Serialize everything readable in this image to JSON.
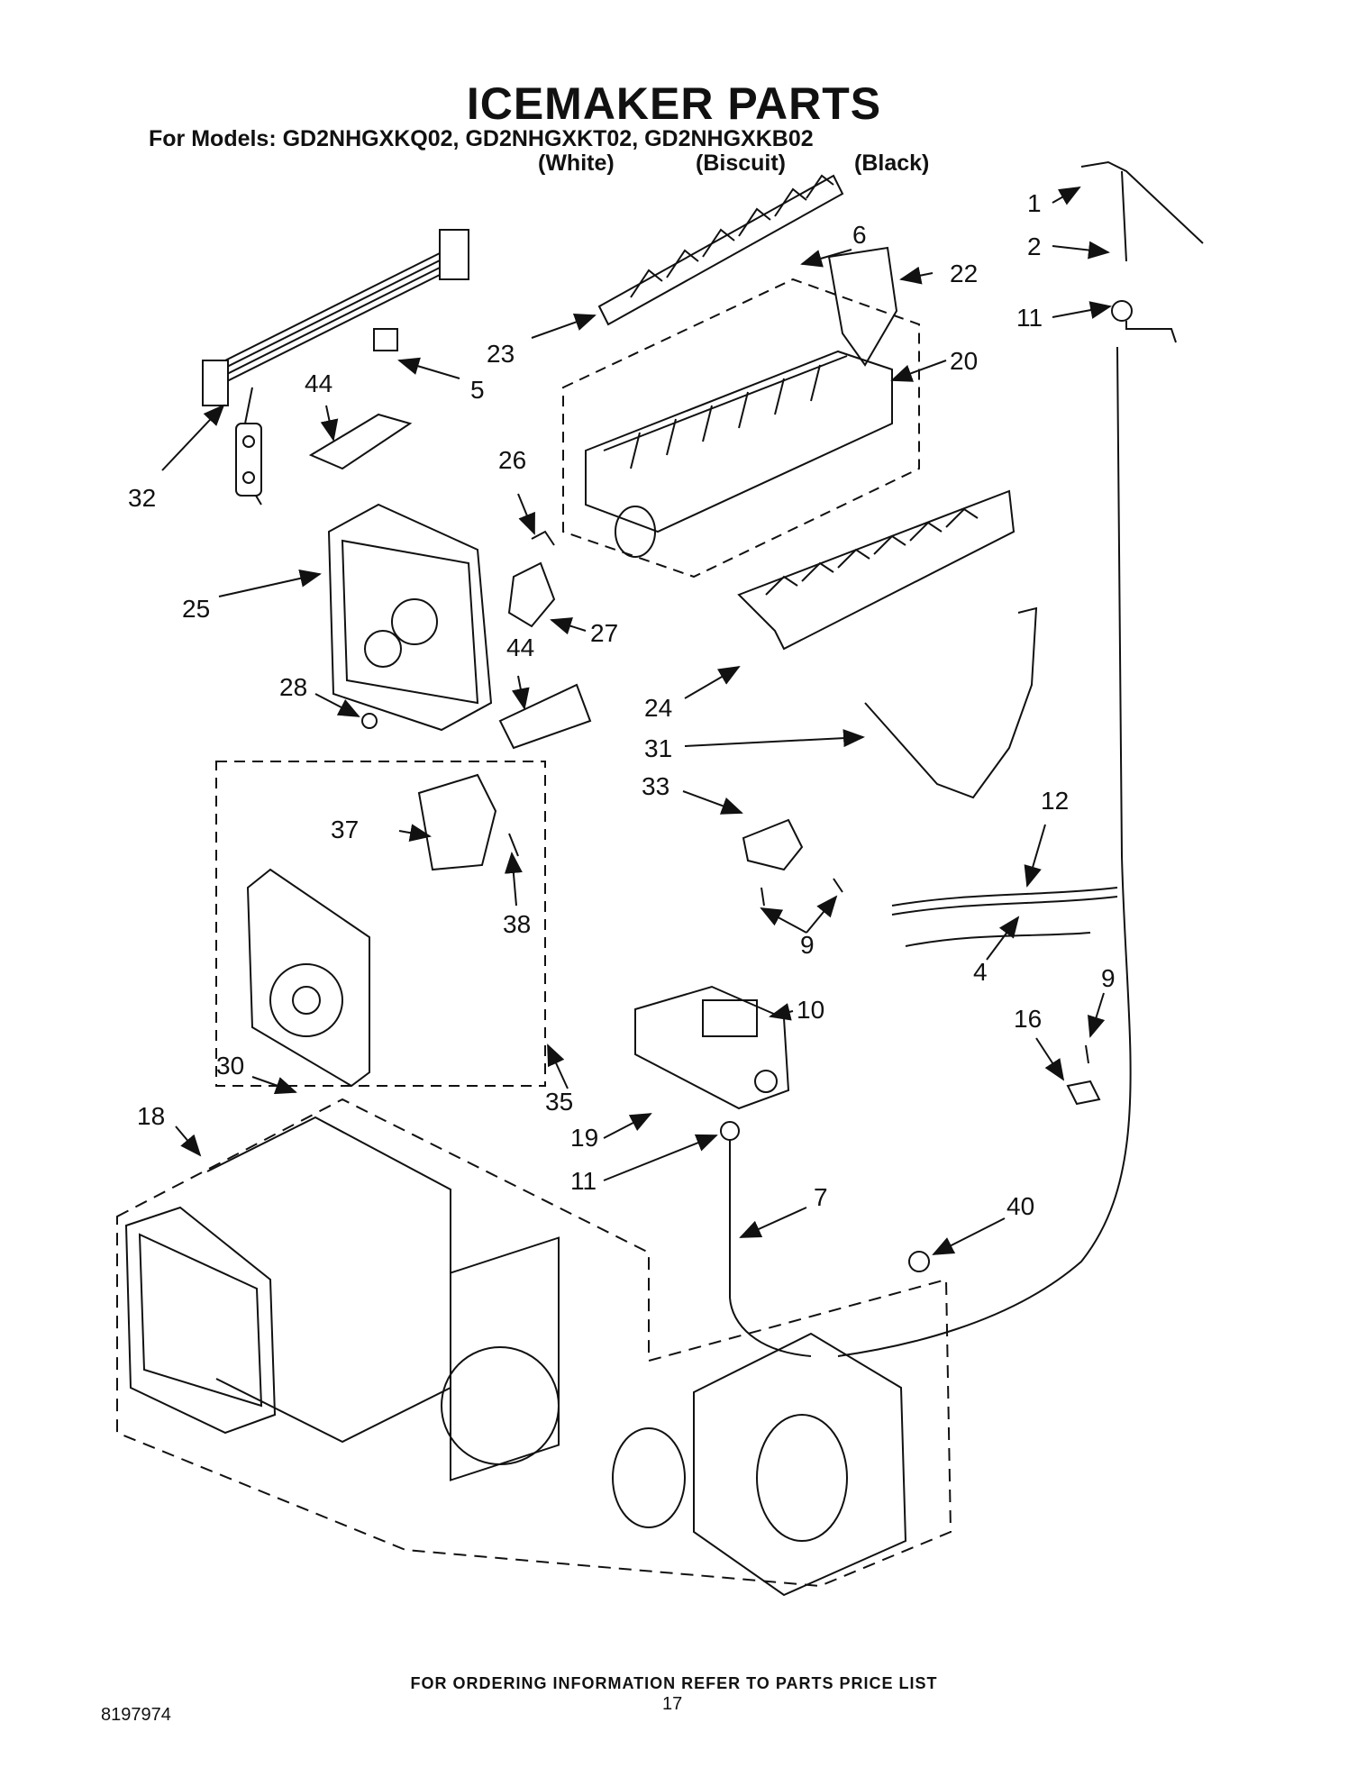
{
  "header": {
    "title": "ICEMAKER PARTS",
    "models_line": "For Models: GD2NHGXKQ02, GD2NHGXKT02, GD2NHGXKB02",
    "colors": [
      "(White)",
      "(Biscuit)",
      "(Black)"
    ]
  },
  "footer": {
    "ordering_note": "FOR ORDERING INFORMATION REFER TO PARTS PRICE LIST",
    "page_number": "17",
    "document_number": "8197974"
  },
  "callouts": [
    {
      "id": "c1",
      "label": "1"
    },
    {
      "id": "c2",
      "label": "2"
    },
    {
      "id": "c11a",
      "label": "11"
    },
    {
      "id": "c6",
      "label": "6"
    },
    {
      "id": "c22",
      "label": "22"
    },
    {
      "id": "c23",
      "label": "23"
    },
    {
      "id": "c20",
      "label": "20"
    },
    {
      "id": "c5",
      "label": "5"
    },
    {
      "id": "c44a",
      "label": "44"
    },
    {
      "id": "c32",
      "label": "32"
    },
    {
      "id": "c26",
      "label": "26"
    },
    {
      "id": "c25",
      "label": "25"
    },
    {
      "id": "c27",
      "label": "27"
    },
    {
      "id": "c44b",
      "label": "44"
    },
    {
      "id": "c28",
      "label": "28"
    },
    {
      "id": "c24",
      "label": "24"
    },
    {
      "id": "c31",
      "label": "31"
    },
    {
      "id": "c33",
      "label": "33"
    },
    {
      "id": "c12",
      "label": "12"
    },
    {
      "id": "c37",
      "label": "37"
    },
    {
      "id": "c38",
      "label": "38"
    },
    {
      "id": "c9a",
      "label": "9"
    },
    {
      "id": "c4",
      "label": "4"
    },
    {
      "id": "c9b",
      "label": "9"
    },
    {
      "id": "c10",
      "label": "10"
    },
    {
      "id": "c16",
      "label": "16"
    },
    {
      "id": "c30",
      "label": "30"
    },
    {
      "id": "c35",
      "label": "35"
    },
    {
      "id": "c18",
      "label": "18"
    },
    {
      "id": "c19",
      "label": "19"
    },
    {
      "id": "c11b",
      "label": "11"
    },
    {
      "id": "c7",
      "label": "7"
    },
    {
      "id": "c40",
      "label": "40"
    }
  ]
}
